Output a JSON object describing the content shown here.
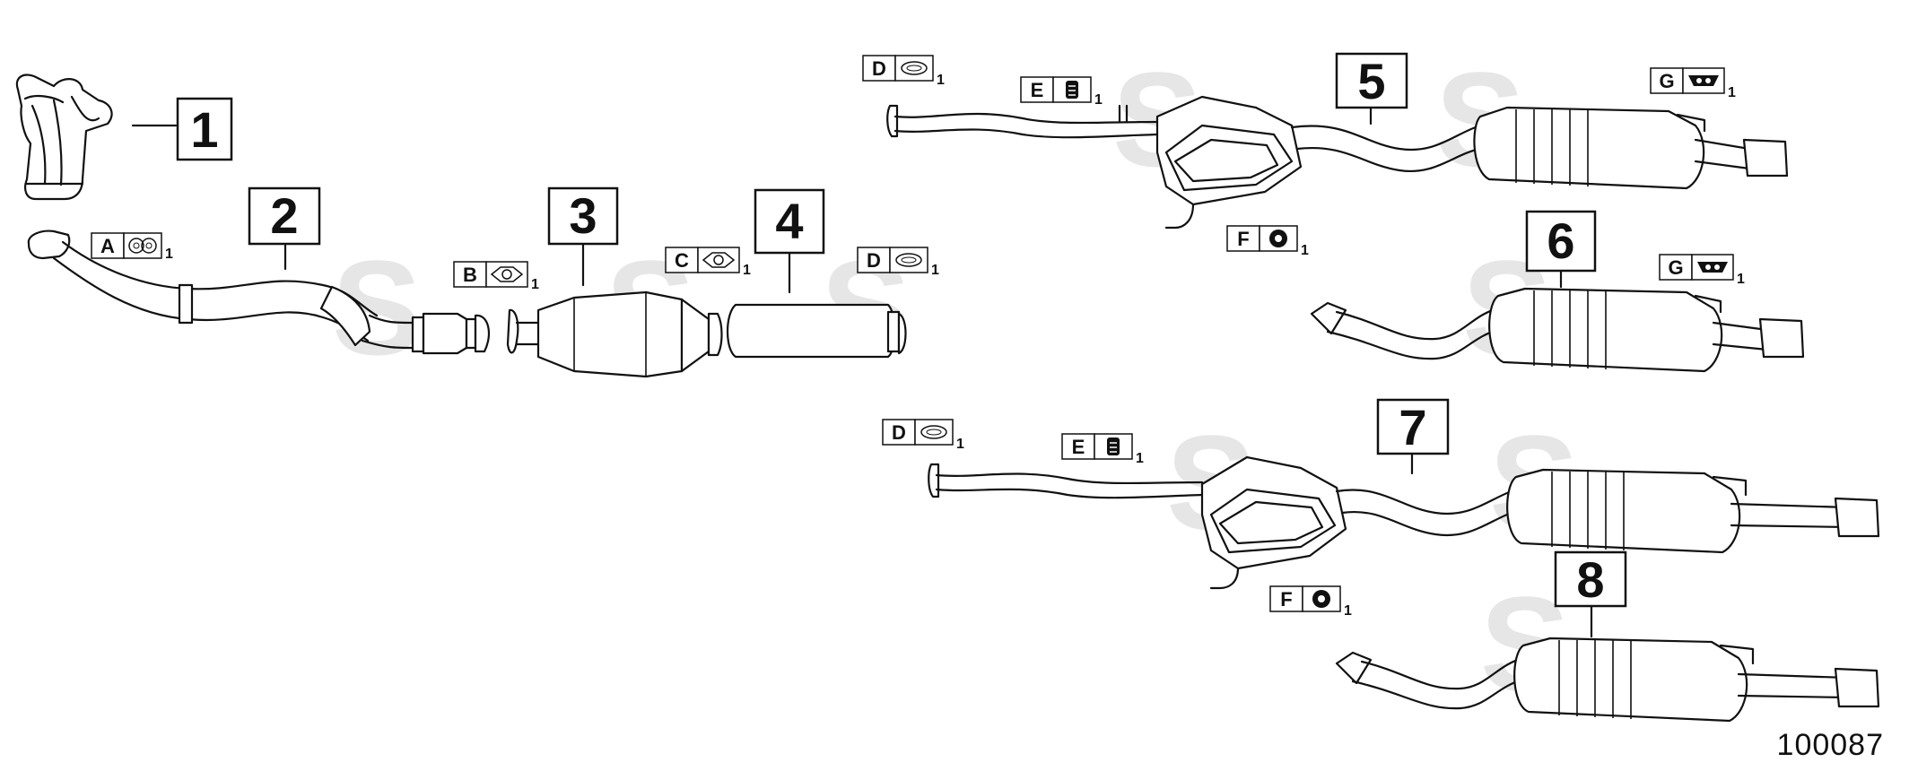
{
  "parts": [
    {
      "number": "1",
      "component": "exhaust-manifold"
    },
    {
      "number": "2",
      "component": "front-pipe"
    },
    {
      "number": "3",
      "component": "catalytic-converter"
    },
    {
      "number": "4",
      "component": "intermediate-silencer"
    },
    {
      "number": "5",
      "component": "rear-pipe-assembly"
    },
    {
      "number": "6",
      "component": "rear-silencer"
    },
    {
      "number": "7",
      "component": "rear-pipe-assembly"
    },
    {
      "number": "8",
      "component": "rear-silencer"
    }
  ],
  "callouts": [
    {
      "letter": "A",
      "qty": "1",
      "icon": "double-gasket-icon"
    },
    {
      "letter": "B",
      "qty": "1",
      "icon": "flange-gasket-icon"
    },
    {
      "letter": "C",
      "qty": "1",
      "icon": "flange-gasket-icon"
    },
    {
      "letter": "D",
      "qty": "1",
      "icon": "ring-gasket-icon"
    },
    {
      "letter": "D",
      "qty": "1",
      "icon": "ring-gasket-icon"
    },
    {
      "letter": "E",
      "qty": "1",
      "icon": "clamp-icon"
    },
    {
      "letter": "F",
      "qty": "1",
      "icon": "rubber-mount-icon"
    },
    {
      "letter": "G",
      "qty": "1",
      "icon": "bracket-icon"
    },
    {
      "letter": "G",
      "qty": "1",
      "icon": "bracket-icon"
    },
    {
      "letter": "D",
      "qty": "1",
      "icon": "ring-gasket-icon"
    },
    {
      "letter": "E",
      "qty": "1",
      "icon": "clamp-icon"
    },
    {
      "letter": "F",
      "qty": "1",
      "icon": "rubber-mount-icon"
    }
  ],
  "drawing_number": "100087",
  "colors": {
    "line": "#111111",
    "watermark": "#e6e6e6",
    "background": "#ffffff"
  }
}
